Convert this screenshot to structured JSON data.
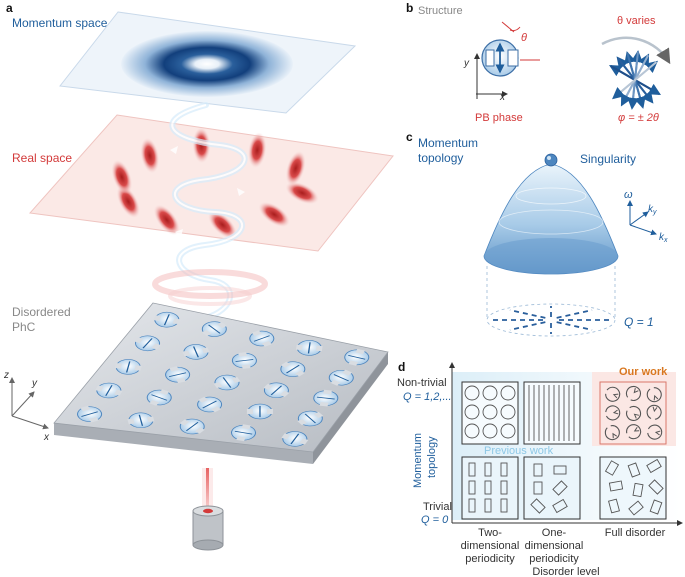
{
  "panel_a": {
    "label": "a",
    "momentum_space": "Momentum space",
    "real_space": "Real space",
    "disordered_line1": "Disordered",
    "disordered_line2": "PhC",
    "axis_z": "z",
    "axis_y": "y",
    "axis_x": "x"
  },
  "panel_b": {
    "label": "b",
    "structure": "Structure",
    "theta": "θ",
    "axis_y": "y",
    "axis_x": "x",
    "pb_phase": "PB phase",
    "theta_varies": "θ varies",
    "phi_eq": "φ = ± 2θ"
  },
  "panel_c": {
    "label": "c",
    "title_line1": "Momentum",
    "title_line2": "topology",
    "singularity": "Singularity",
    "axis_omega": "ω",
    "axis_k": "k",
    "sub_y": "y",
    "sub_x": "x",
    "q_value": "Q = 1"
  },
  "panel_d": {
    "label": "d",
    "our_work": "Our work",
    "previous_work": "Previous work",
    "nontrivial_line1": "Non-trivial",
    "nontrivial_line2": "Q = 1,2,...",
    "trivial_line1": "Trivial",
    "trivial_line2": "Q = 0",
    "y_axis_line1": "Momentum",
    "y_axis_line2": "topology",
    "col1_line1": "Two-",
    "col1_line2": "dimensional",
    "col1_line3": "periodicity",
    "col2_line1": "One-",
    "col2_line2": "dimensional",
    "col2_line3": "periodicity",
    "col3": "Full disorder",
    "x_axis": "Disorder level"
  },
  "colors": {
    "momentum_blue": "#1f5e9c",
    "real_red": "#d33a3a",
    "slab_gray": "#c9cdd2",
    "cell_light": "#cfe4f5",
    "our_work_orange": "#d9771f"
  },
  "disorder_angles_deg": [
    15,
    -40,
    60,
    5,
    -70,
    30,
    -15,
    80,
    45,
    -55,
    10,
    70,
    -25,
    35,
    -80,
    20,
    -60,
    50,
    0,
    -35,
    65,
    -10,
    40,
    -75,
    25
  ]
}
